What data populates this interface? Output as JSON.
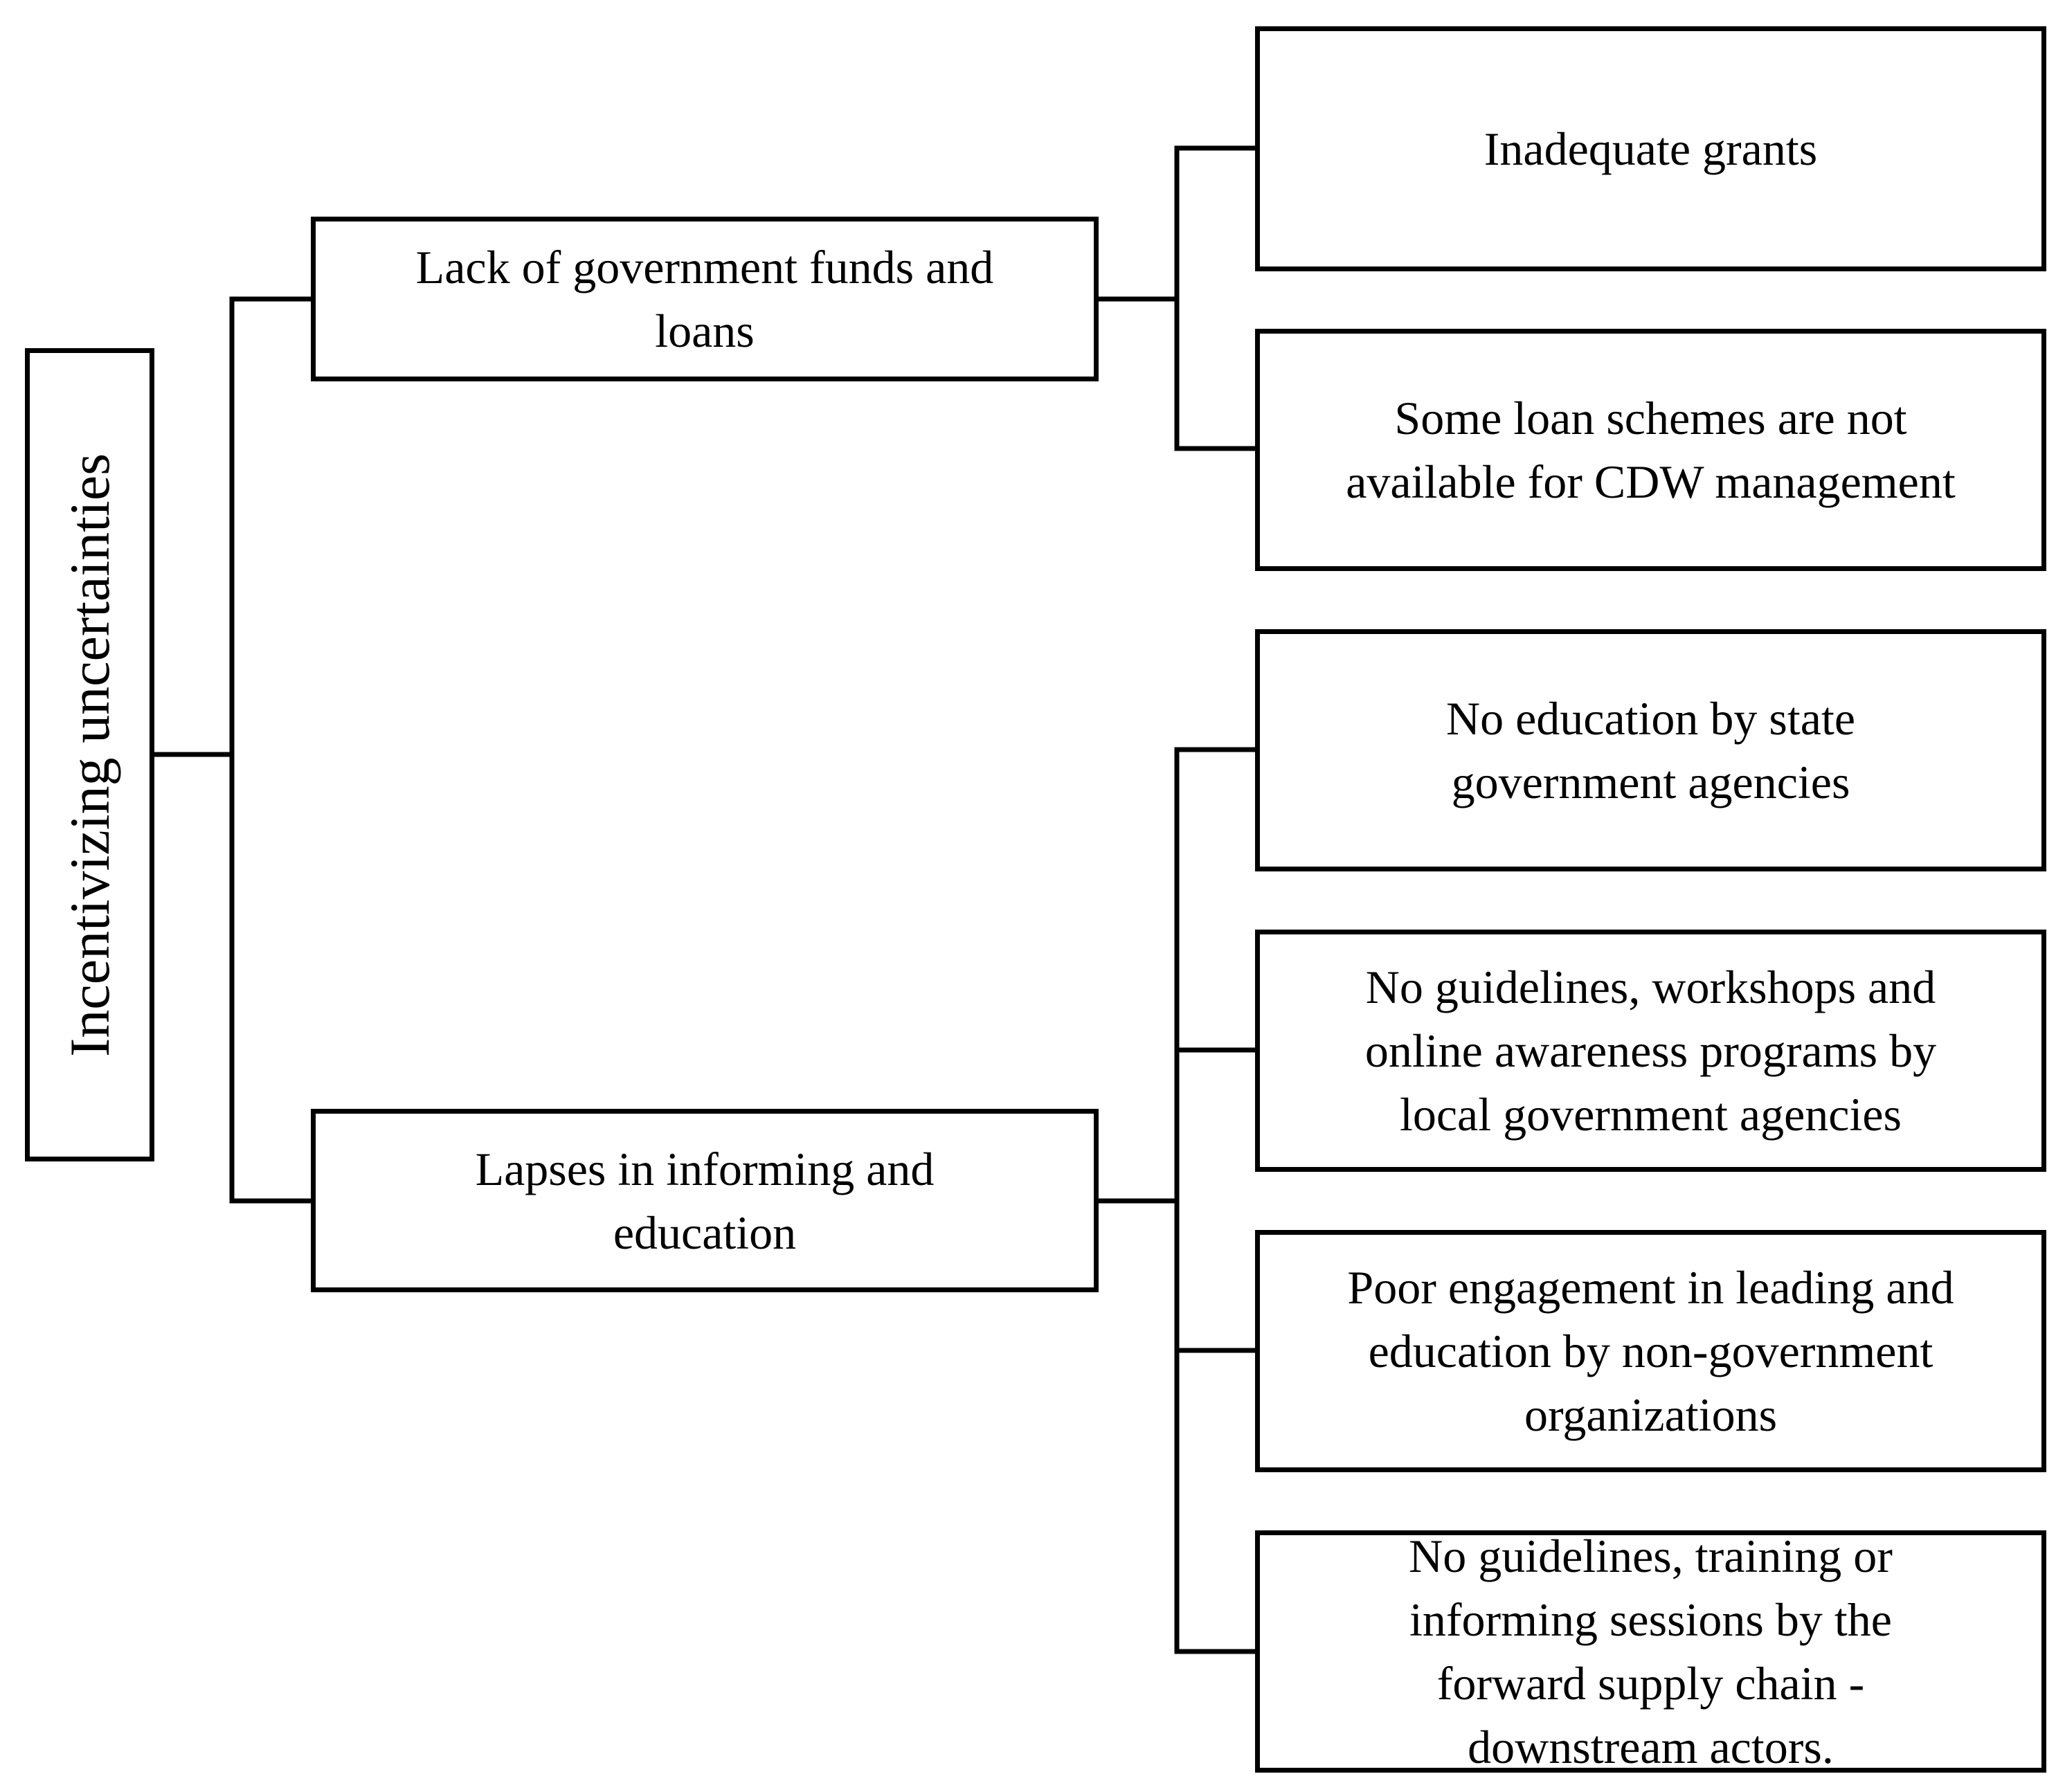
{
  "root": {
    "label": "Incentivizing uncertainties"
  },
  "categories": [
    {
      "label": "Lack of government funds and\nloans",
      "items": [
        "Inadequate grants",
        "Some loan schemes are not\navailable for CDW management"
      ]
    },
    {
      "label": "Lapses in informing and\neducation",
      "items": [
        "No education by state\ngovernment agencies",
        "No guidelines, workshops and\nonline awareness programs by\nlocal government agencies",
        "Poor engagement in leading and\neducation by non-government\norganizations",
        "No guidelines, training or\ninforming sessions by the\nforward supply chain -\ndownstream actors."
      ]
    }
  ]
}
